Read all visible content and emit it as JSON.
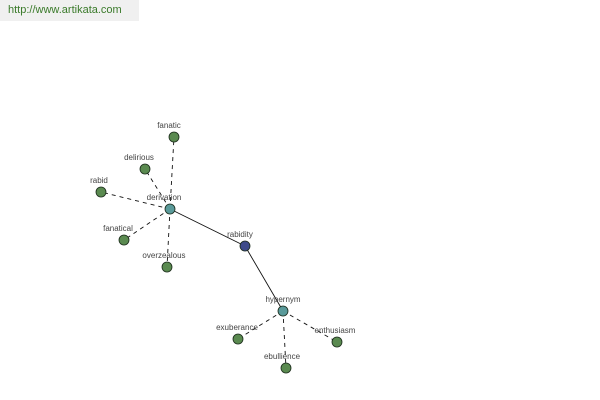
{
  "header": {
    "url": "http://www.artikata.com"
  },
  "colors": {
    "edge": "#111111",
    "node_leaf": "#5a8a50",
    "node_relation": "#5a9a9a",
    "node_root": "#3d4a8a",
    "node_stroke": "#1a2a1a",
    "label": "#444444"
  },
  "graph": {
    "nodes": [
      {
        "id": "rabidity",
        "label": "rabidity",
        "kind": "root"
      },
      {
        "id": "derivation",
        "label": "derivation",
        "kind": "relation"
      },
      {
        "id": "hypernym",
        "label": "hypernym",
        "kind": "relation"
      },
      {
        "id": "fanatic",
        "label": "fanatic",
        "kind": "leaf"
      },
      {
        "id": "delirious",
        "label": "delirious",
        "kind": "leaf"
      },
      {
        "id": "rabid",
        "label": "rabid",
        "kind": "leaf"
      },
      {
        "id": "fanatical",
        "label": "fanatical",
        "kind": "leaf"
      },
      {
        "id": "overzealous",
        "label": "overzealous",
        "kind": "leaf"
      },
      {
        "id": "exuberance",
        "label": "exuberance",
        "kind": "leaf"
      },
      {
        "id": "ebullience",
        "label": "ebullience",
        "kind": "leaf"
      },
      {
        "id": "enthusiasm",
        "label": "enthusiasm",
        "kind": "leaf"
      }
    ],
    "edges": [
      {
        "from": "rabidity",
        "to": "derivation",
        "style": "solid"
      },
      {
        "from": "rabidity",
        "to": "hypernym",
        "style": "solid"
      },
      {
        "from": "derivation",
        "to": "fanatic",
        "style": "dashed"
      },
      {
        "from": "derivation",
        "to": "delirious",
        "style": "dashed"
      },
      {
        "from": "derivation",
        "to": "rabid",
        "style": "dashed"
      },
      {
        "from": "derivation",
        "to": "fanatical",
        "style": "dashed"
      },
      {
        "from": "derivation",
        "to": "overzealous",
        "style": "dashed"
      },
      {
        "from": "hypernym",
        "to": "exuberance",
        "style": "dashed"
      },
      {
        "from": "hypernym",
        "to": "ebullience",
        "style": "dashed"
      },
      {
        "from": "hypernym",
        "to": "enthusiasm",
        "style": "dashed"
      }
    ]
  }
}
